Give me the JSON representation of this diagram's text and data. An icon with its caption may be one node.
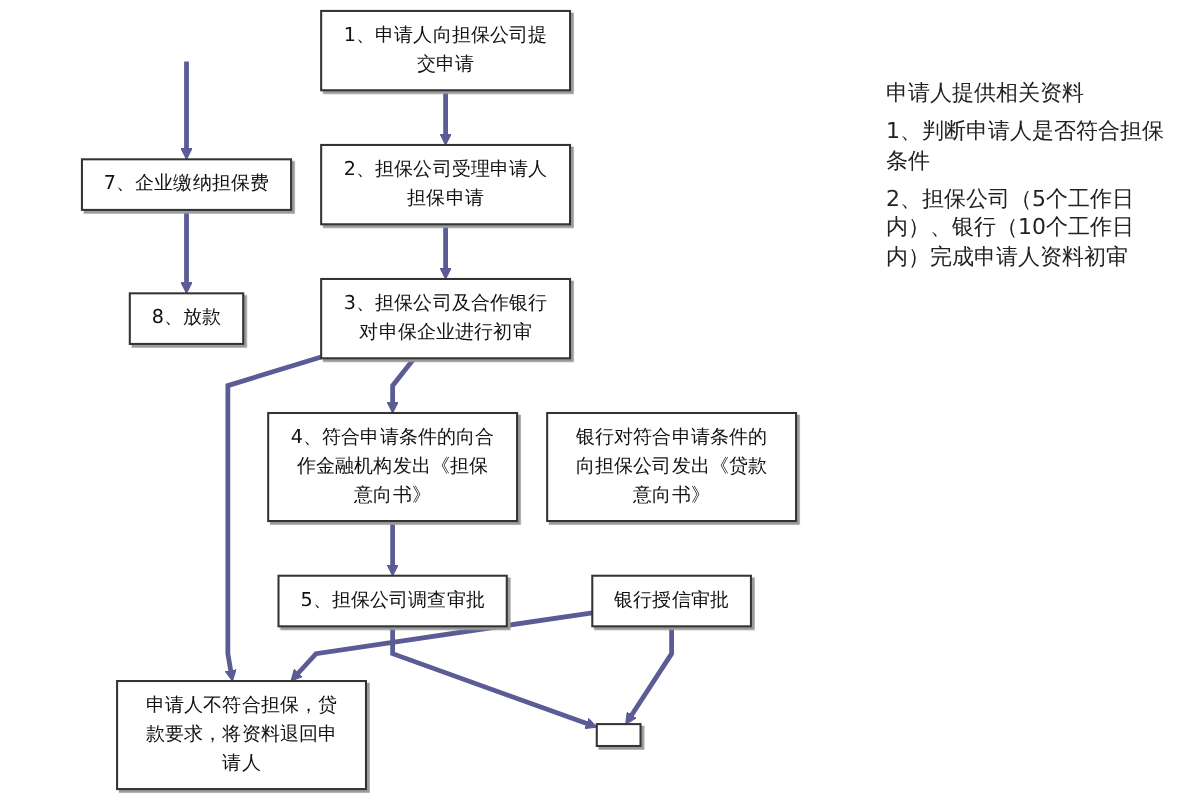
{
  "diagram": {
    "nodes": [
      {
        "text": [
          "1、申请人向担保公司提交申请"
        ]
      },
      {
        "text": [
          "2、担保公司受理申请人担保申请"
        ]
      },
      {
        "text": [
          "3、担保公司及合作银行对申保企业进行初审"
        ]
      },
      {
        "text": [
          "申请人不符合担保，贷款要求，将资料退回申请人"
        ]
      },
      {
        "text": [
          "4、符合申请条件的向合作金融机构发出《担保意向书》"
        ]
      },
      {
        "text": [
          "银行对符合申请条件的向担保公司发出《贷款意向书》"
        ]
      },
      {
        "text": [
          "5、担保公司调查审批"
        ]
      },
      {
        "text": [
          "银行授信审批"
        ]
      },
      {
        "text": [],
        "shape": "box"
      },
      {
        "text": [
          "7、企业缴纳担保费"
        ]
      },
      {
        "text": [
          "8、放款"
        ]
      }
    ],
    "edges": [
      {
        "from": 0,
        "to": 1,
        "arrow": "to"
      },
      {
        "from": 1,
        "to": 2,
        "arrow": "to"
      },
      {
        "from": 2,
        "to": 3,
        "arrow": "to"
      },
      {
        "from": 2,
        "to": 4,
        "arrow": "to"
      },
      {
        "from": 4,
        "to": 6,
        "arrow": "to"
      },
      {
        "from": 7,
        "to": 3,
        "arrow": "to"
      },
      {
        "from": 6,
        "to": 8,
        "arrow": "to"
      },
      {
        "from": 7,
        "to": 8,
        "arrow": "to"
      },
      {
        "from": null,
        "to": 9,
        "arrow": "to"
      },
      {
        "from": 9,
        "to": 10,
        "arrow": "to"
      }
    ],
    "labels": [
      "申请人提供相关资料",
      "1、判断申请人是否符合担保条件",
      "2、担保公司（5个工作日内）、银行（10个工作日内）完成申请人资料初审"
    ]
  }
}
